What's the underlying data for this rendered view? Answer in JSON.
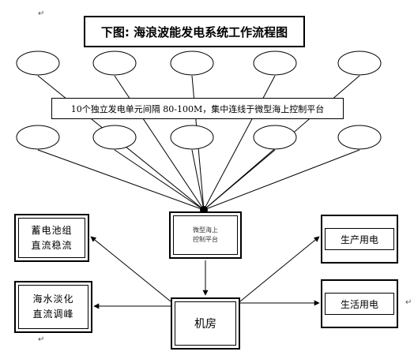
{
  "title": "下图: 海浪波能发电系统工作流程图",
  "note": "10个独立发电单元间隔 80-100M，集中连线于微型海上控制平台",
  "platform": {
    "line1": "微型海上",
    "line2": "控制平台"
  },
  "machine_room": "机房",
  "battery": {
    "line1": "蓄电池组",
    "line2": "直流稳流"
  },
  "desalination": {
    "line1": "海水淡化",
    "line2": "直流调峰"
  },
  "production_power": "生产用电",
  "living_power": "生活用电",
  "paragraph_mark": "↵",
  "generation_units": {
    "count": 10
  }
}
